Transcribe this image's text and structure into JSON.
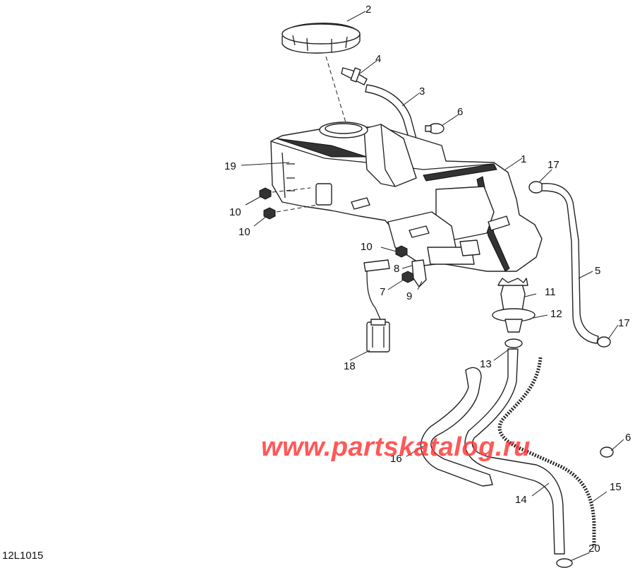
{
  "drawing_code": "12L1015",
  "watermark": "www.partskatalog.ru",
  "callouts": [
    "1",
    "2",
    "3",
    "4",
    "5",
    "6",
    "6",
    "7",
    "8",
    "9",
    "10",
    "10",
    "10",
    "11",
    "12",
    "13",
    "14",
    "15",
    "16",
    "17",
    "17",
    "18",
    "19",
    "20"
  ]
}
